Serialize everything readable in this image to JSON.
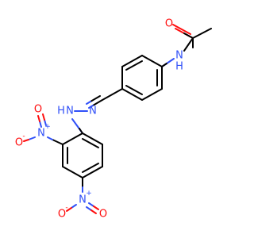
{
  "molecule": {
    "colors": {
      "carbon": "#000000",
      "nitrogen": "#3050F8",
      "oxygen": "#FF0D0D",
      "hydrogen_on_nitrogen": "#3050F8"
    },
    "labels": {
      "amide_oxygen": "O",
      "amide_nitrogen": "N",
      "amide_hydrogen": "H",
      "hydrazone_nitrogen_1": "N",
      "hydrazone_nitrogen_2": "N",
      "hydrazone_hydrogen": "H",
      "nitro1_nitrogen": "N",
      "nitro1_plus": "+",
      "nitro1_oxygen_1": "O",
      "nitro1_oxygen_2": "O",
      "nitro1_minus": "-",
      "nitro2_nitrogen": "N",
      "nitro2_plus": "+",
      "nitro2_oxygen_1": "O",
      "nitro2_oxygen_2": "O",
      "nitro2_minus": "-"
    }
  }
}
